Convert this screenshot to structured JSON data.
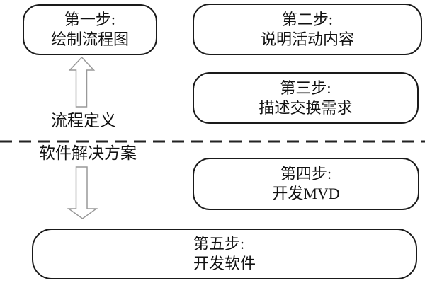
{
  "diagram": {
    "title_semantic": "five-step process flow diagram",
    "boxes": [
      {
        "id": "step1",
        "line1": "第一步:",
        "line2": "绘制流程图"
      },
      {
        "id": "step2",
        "line1": "第二步:",
        "line2": "说明活动内容"
      },
      {
        "id": "step3",
        "line1": "第三步:",
        "line2": "描述交换需求"
      },
      {
        "id": "step4",
        "line1": "第四步:",
        "line2": "开发MVD"
      },
      {
        "id": "step5",
        "line1": "第五步:",
        "line2": "开发软件"
      }
    ],
    "labels": {
      "process_definition": "流程定义",
      "software_solution": "软件解决方案"
    },
    "icons": {
      "up_arrow": "hollow-up-arrow",
      "down_arrow": "hollow-down-arrow",
      "divider": "horizontal-dashed-line"
    },
    "colors": {
      "background": "#ffffff",
      "box_border": "#1a1a1a",
      "text": "#111111",
      "arrow_outline": "#999999",
      "divider": "#222222"
    }
  }
}
